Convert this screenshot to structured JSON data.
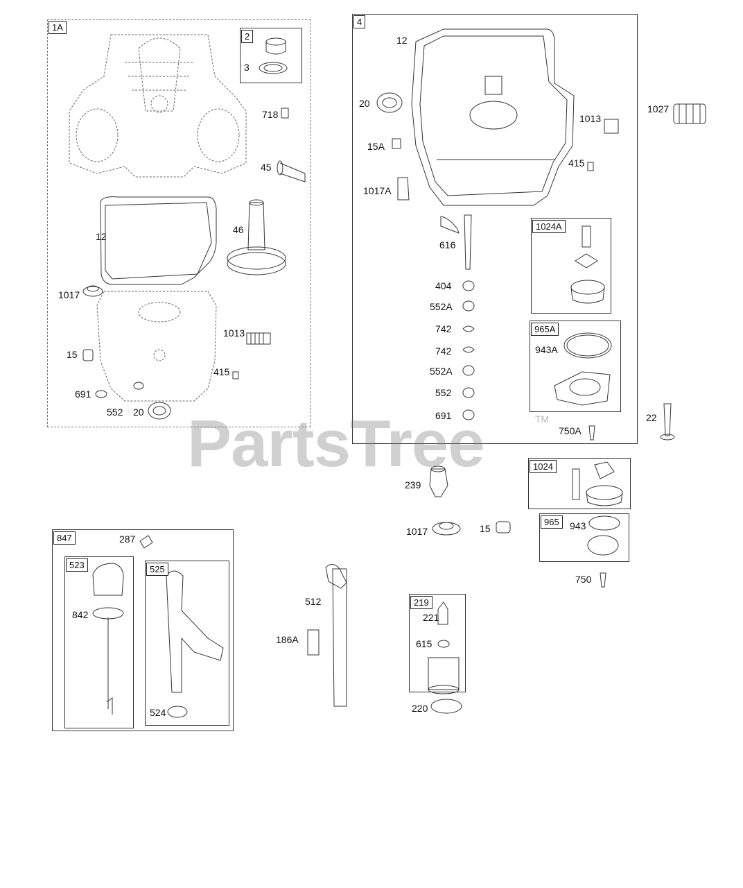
{
  "watermark": {
    "brand": "PartsTree",
    "tm": "TM"
  },
  "groups": {
    "g1A": "1A",
    "g2": "2",
    "g4": "4",
    "g1024A": "1024A",
    "g965A": "965A",
    "g1024": "1024",
    "g965": "965",
    "g847": "847",
    "g523": "523",
    "g525": "525",
    "g219": "219"
  },
  "labels": {
    "p3": "3",
    "p718": "718",
    "p45": "45",
    "p46": "46",
    "p12a": "12",
    "p1017a": "1017",
    "p1013a": "1013",
    "p15a": "15",
    "p415a": "415",
    "p691a": "691",
    "p552a": "552",
    "p20a": "20",
    "p12b": "12",
    "p20b": "20",
    "p15A": "15A",
    "p1017A": "1017A",
    "p1013b": "1013",
    "p415b": "415",
    "p1027": "1027",
    "p616": "616",
    "p404": "404",
    "p552A1": "552A",
    "p742a": "742",
    "p742b": "742",
    "p552A2": "552A",
    "p552b": "552",
    "p691b": "691",
    "p943A": "943A",
    "p750A": "750A",
    "p22": "22",
    "p239": "239",
    "p1017b": "1017",
    "p15b": "15",
    "p943": "943",
    "p750": "750",
    "p287": "287",
    "p842": "842",
    "p524": "524",
    "p512": "512",
    "p186A": "186A",
    "p221": "221",
    "p615": "615",
    "p220": "220"
  },
  "colors": {
    "line": "#333333",
    "dash": "#777777",
    "watermark": "#787878"
  }
}
